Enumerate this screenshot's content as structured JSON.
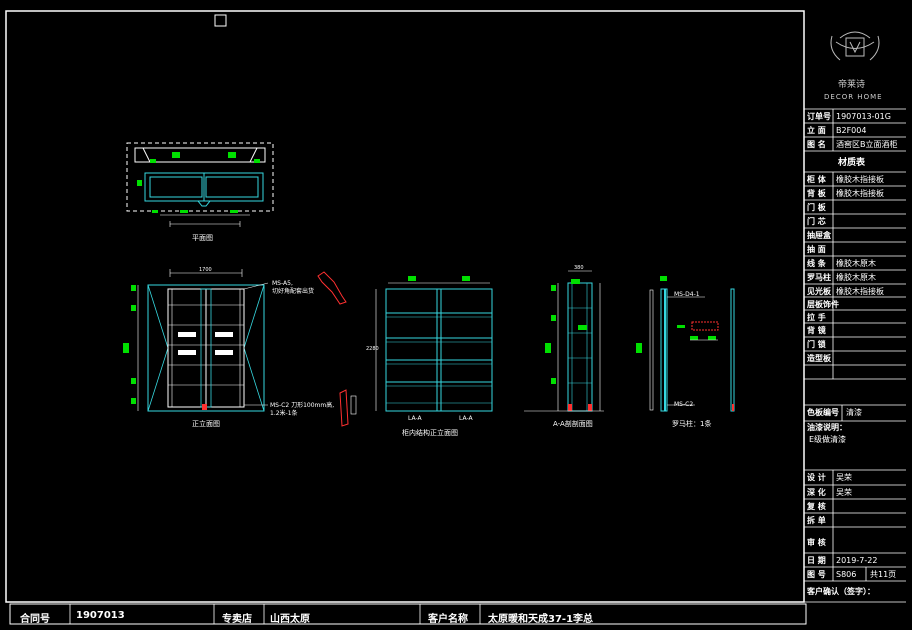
{
  "title_block": {
    "brand": "帝莱诗",
    "brand_sub": "DECOR HOME",
    "rows": [
      {
        "label": "订单号",
        "value": "1907013-01G"
      },
      {
        "label": "立 面",
        "value": "B2F004"
      },
      {
        "label": "图 名",
        "value": "酒窖区B立面酒柜"
      }
    ],
    "materials_header": "材质表",
    "materials": [
      {
        "label": "柜 体",
        "value": "橡胶木指接板"
      },
      {
        "label": "背 板",
        "value": "橡胶木指接板"
      },
      {
        "label": "门 板",
        "value": ""
      },
      {
        "label": "门 芯",
        "value": ""
      },
      {
        "label": "抽屉盒",
        "value": ""
      },
      {
        "label": "抽 面",
        "value": ""
      },
      {
        "label": "线 条",
        "value": "橡胶木原木"
      },
      {
        "label": "罗马柱",
        "value": "橡胶木原木"
      },
      {
        "label": "见光板",
        "value": "橡胶木指接板"
      },
      {
        "label": "层板饰件",
        "value": ""
      },
      {
        "label": "拉 手",
        "value": ""
      },
      {
        "label": "背 镜",
        "value": ""
      },
      {
        "label": "门 锁",
        "value": ""
      },
      {
        "label": "造型板",
        "value": ""
      }
    ],
    "finish_label": "色板编号",
    "finish_value": "清漆",
    "remarks_label": "油漆说明：",
    "remarks_value": "E级做清漆",
    "signoffs": [
      {
        "label": "设 计",
        "value": "吴荣"
      },
      {
        "label": "深 化",
        "value": "吴荣"
      },
      {
        "label": "复 核",
        "value": ""
      },
      {
        "label": "拆 单",
        "value": ""
      },
      {
        "label": "审 核",
        "value": ""
      }
    ],
    "date_label": "日 期",
    "date_value": "2019-7-22",
    "sheet_label": "图 号",
    "sheet_value": "S806",
    "sheet_total": "共11页",
    "customer_confirm": "客户确认（签字）："
  },
  "bottom_bar": {
    "contract_label": "合同号",
    "contract_value": "1907013",
    "store_label": "专卖店",
    "store_value": "山西太原",
    "customer_label": "客户名称",
    "customer_value": "太原暖和天成37-1李总"
  },
  "drawing": {
    "plan_caption": "平面图",
    "elevation_caption": "正立面图",
    "inner_caption": "柜内结构正立面图",
    "section_caption": "A-A剖剖面图",
    "column_caption": "罗马柱：1条",
    "section_mark_1": "LA-A",
    "section_mark_2": "LA-A",
    "note_top_1": "MS-A5,",
    "note_top_2": "切好角配套出货",
    "note_bottom_1": "MS-C2 刀形100mm高,",
    "note_bottom_2": "1.2米-1条",
    "col_note_top": "MS-D4-1",
    "col_note_bottom": "MS-C2",
    "width_dim": "1700",
    "inner_height_dim": "2280",
    "section_width_dim": "380"
  },
  "colors": {
    "cyan": "#36d8e0",
    "green": "#00e000",
    "red": "#ff3030",
    "white": "#ffffff",
    "background": "#000000"
  }
}
